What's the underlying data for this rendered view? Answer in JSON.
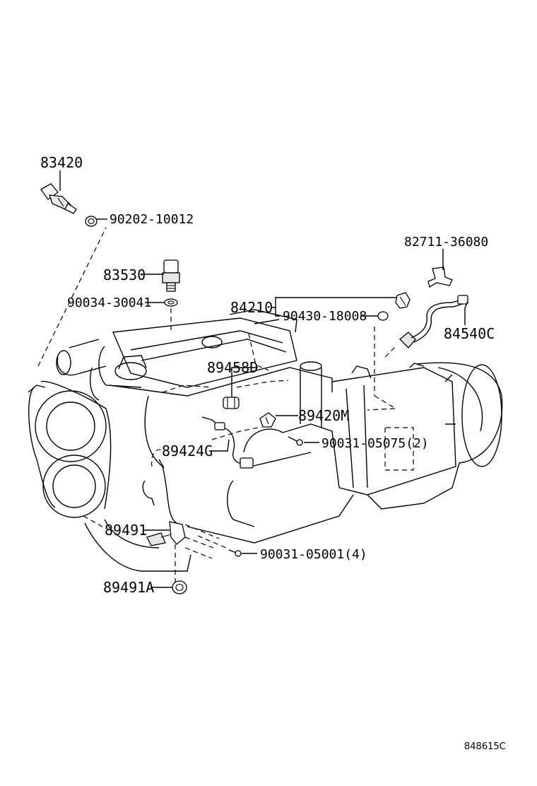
{
  "parts": [
    {
      "id": "p83420",
      "number": "83420"
    },
    {
      "id": "p90202",
      "number": "90202-10012"
    },
    {
      "id": "p83530",
      "number": "83530"
    },
    {
      "id": "p90034",
      "number": "90034-30041"
    },
    {
      "id": "p82711",
      "number": "82711-36080"
    },
    {
      "id": "p84210",
      "number": "84210"
    },
    {
      "id": "p90430",
      "number": "90430-18008"
    },
    {
      "id": "p84540",
      "number": "84540C"
    },
    {
      "id": "p89458",
      "number": "89458D"
    },
    {
      "id": "p89420",
      "number": "89420M"
    },
    {
      "id": "p90031a",
      "number": "90031-05075(2)"
    },
    {
      "id": "p89424",
      "number": "89424G"
    },
    {
      "id": "p89491",
      "number": "89491"
    },
    {
      "id": "p90031b",
      "number": "90031-05001(4)"
    },
    {
      "id": "p89491a",
      "number": "89491A"
    }
  ],
  "diagram_ref": "848615C"
}
